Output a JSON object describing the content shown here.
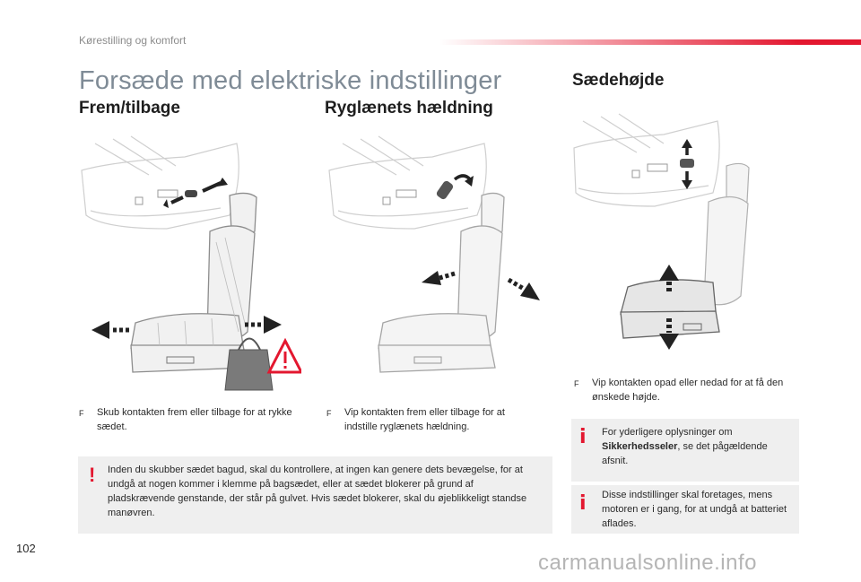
{
  "header": {
    "section": "Kørestilling og komfort"
  },
  "page_title": "Forsæde med elektriske indstillinger",
  "sections": {
    "forward_back": {
      "title": "Frem/tilbage",
      "bullet": "Skub kontakten frem eller tilbage for at rykke sædet."
    },
    "recline": {
      "title": "Ryglænets hældning",
      "bullet": "Vip kontakten frem eller tilbage for at indstille ryglænets hældning."
    },
    "height": {
      "title": "Sædehøjde",
      "bullet": "Vip kontakten opad eller nedad for at få den ønskede højde."
    }
  },
  "warning_box": {
    "icon": "exclamation-icon",
    "text": "Inden du skubber sædet bagud, skal du kontrollere, at ingen kan genere dets bevægelse, for at undgå at nogen kommer i klemme på bagsædet, eller at sædet blokerer på grund af pladskrævende genstande, der står på gulvet. Hvis sædet blokerer, skal du øjeblikkeligt standse manøvren."
  },
  "info_box_1": {
    "icon": "info-icon",
    "text_before": "For yderligere oplysninger om ",
    "text_bold": "Sikkerhedsseler",
    "text_after": ", se det pågældende afsnit."
  },
  "info_box_2": {
    "icon": "info-icon",
    "text": "Disse indstillinger skal foretages, mens motoren er i gang, for at undgå at batteriet aflades."
  },
  "bullet_mark": "F",
  "page_number": "102",
  "watermark": "carmanualsonline.info",
  "colors": {
    "accent": "#e3172f",
    "title_gray": "#7f8b96",
    "box_bg": "#efefef",
    "line_art": "#c8c8c8"
  }
}
